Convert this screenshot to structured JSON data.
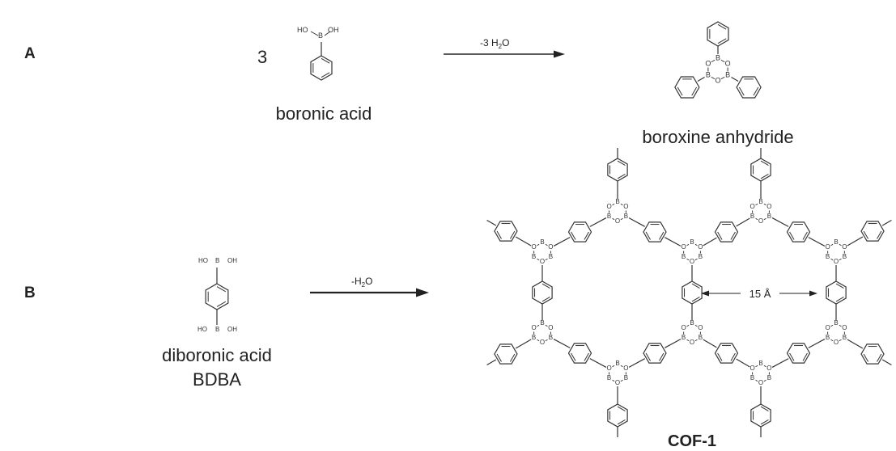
{
  "panel_a": {
    "label": "A",
    "coefficient": "3",
    "reactant_name": "boronic acid",
    "arrow_condition": "-3 H",
    "arrow_condition_sub": "2",
    "arrow_condition_tail": "O",
    "product_name": "boroxine anhydride",
    "oh_left": "HO",
    "oh_right": "OH",
    "boron": "B",
    "oxygen": "O"
  },
  "panel_b": {
    "label": "B",
    "reactant_name_line1": "diboronic acid",
    "reactant_name_line2": "BDBA",
    "arrow_condition": "-H",
    "arrow_condition_sub": "2",
    "arrow_condition_tail": "O",
    "product_name": "COF-1",
    "pore_size": "15 Å",
    "oh_left": "HO",
    "oh_right": "OH",
    "boron": "B",
    "oxygen": "O"
  },
  "colors": {
    "ink": "#222222",
    "background": "#ffffff"
  }
}
